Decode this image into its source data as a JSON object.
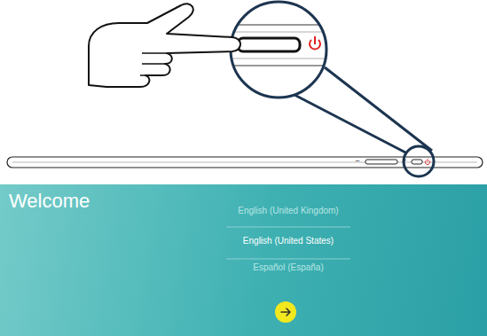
{
  "diagram": {
    "nodes": [
      {
        "text": [
          "Welcome"
        ]
      }
    ],
    "labels": [
      "English (United Kingdom)",
      "English (United States)",
      "Español (España)",
      "−",
      "+"
    ]
  }
}
